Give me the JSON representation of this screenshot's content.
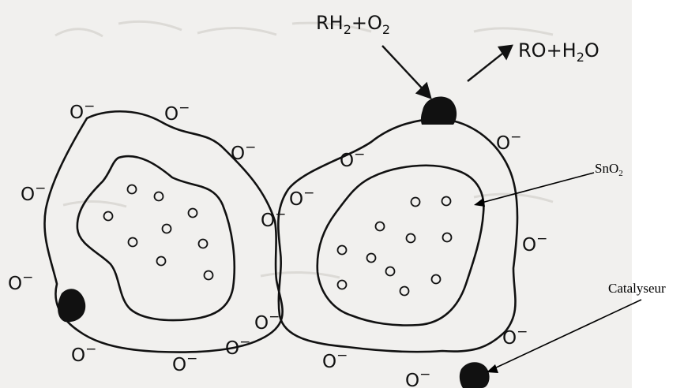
{
  "labels": {
    "reactants": {
      "main1": "RH",
      "sub1": "2",
      "main2": "+O",
      "sub2": "2"
    },
    "products": {
      "main1": "RO+H",
      "sub1": "2",
      "main2": "O"
    },
    "sno2": {
      "main": "SnO",
      "sub": "2"
    },
    "catalyst": "Catalyseur",
    "ion": "O",
    "charge": "−"
  },
  "colors": {
    "paper": "#f1f0ee",
    "ink": "#111111",
    "ghost": "#d9d7d3"
  }
}
